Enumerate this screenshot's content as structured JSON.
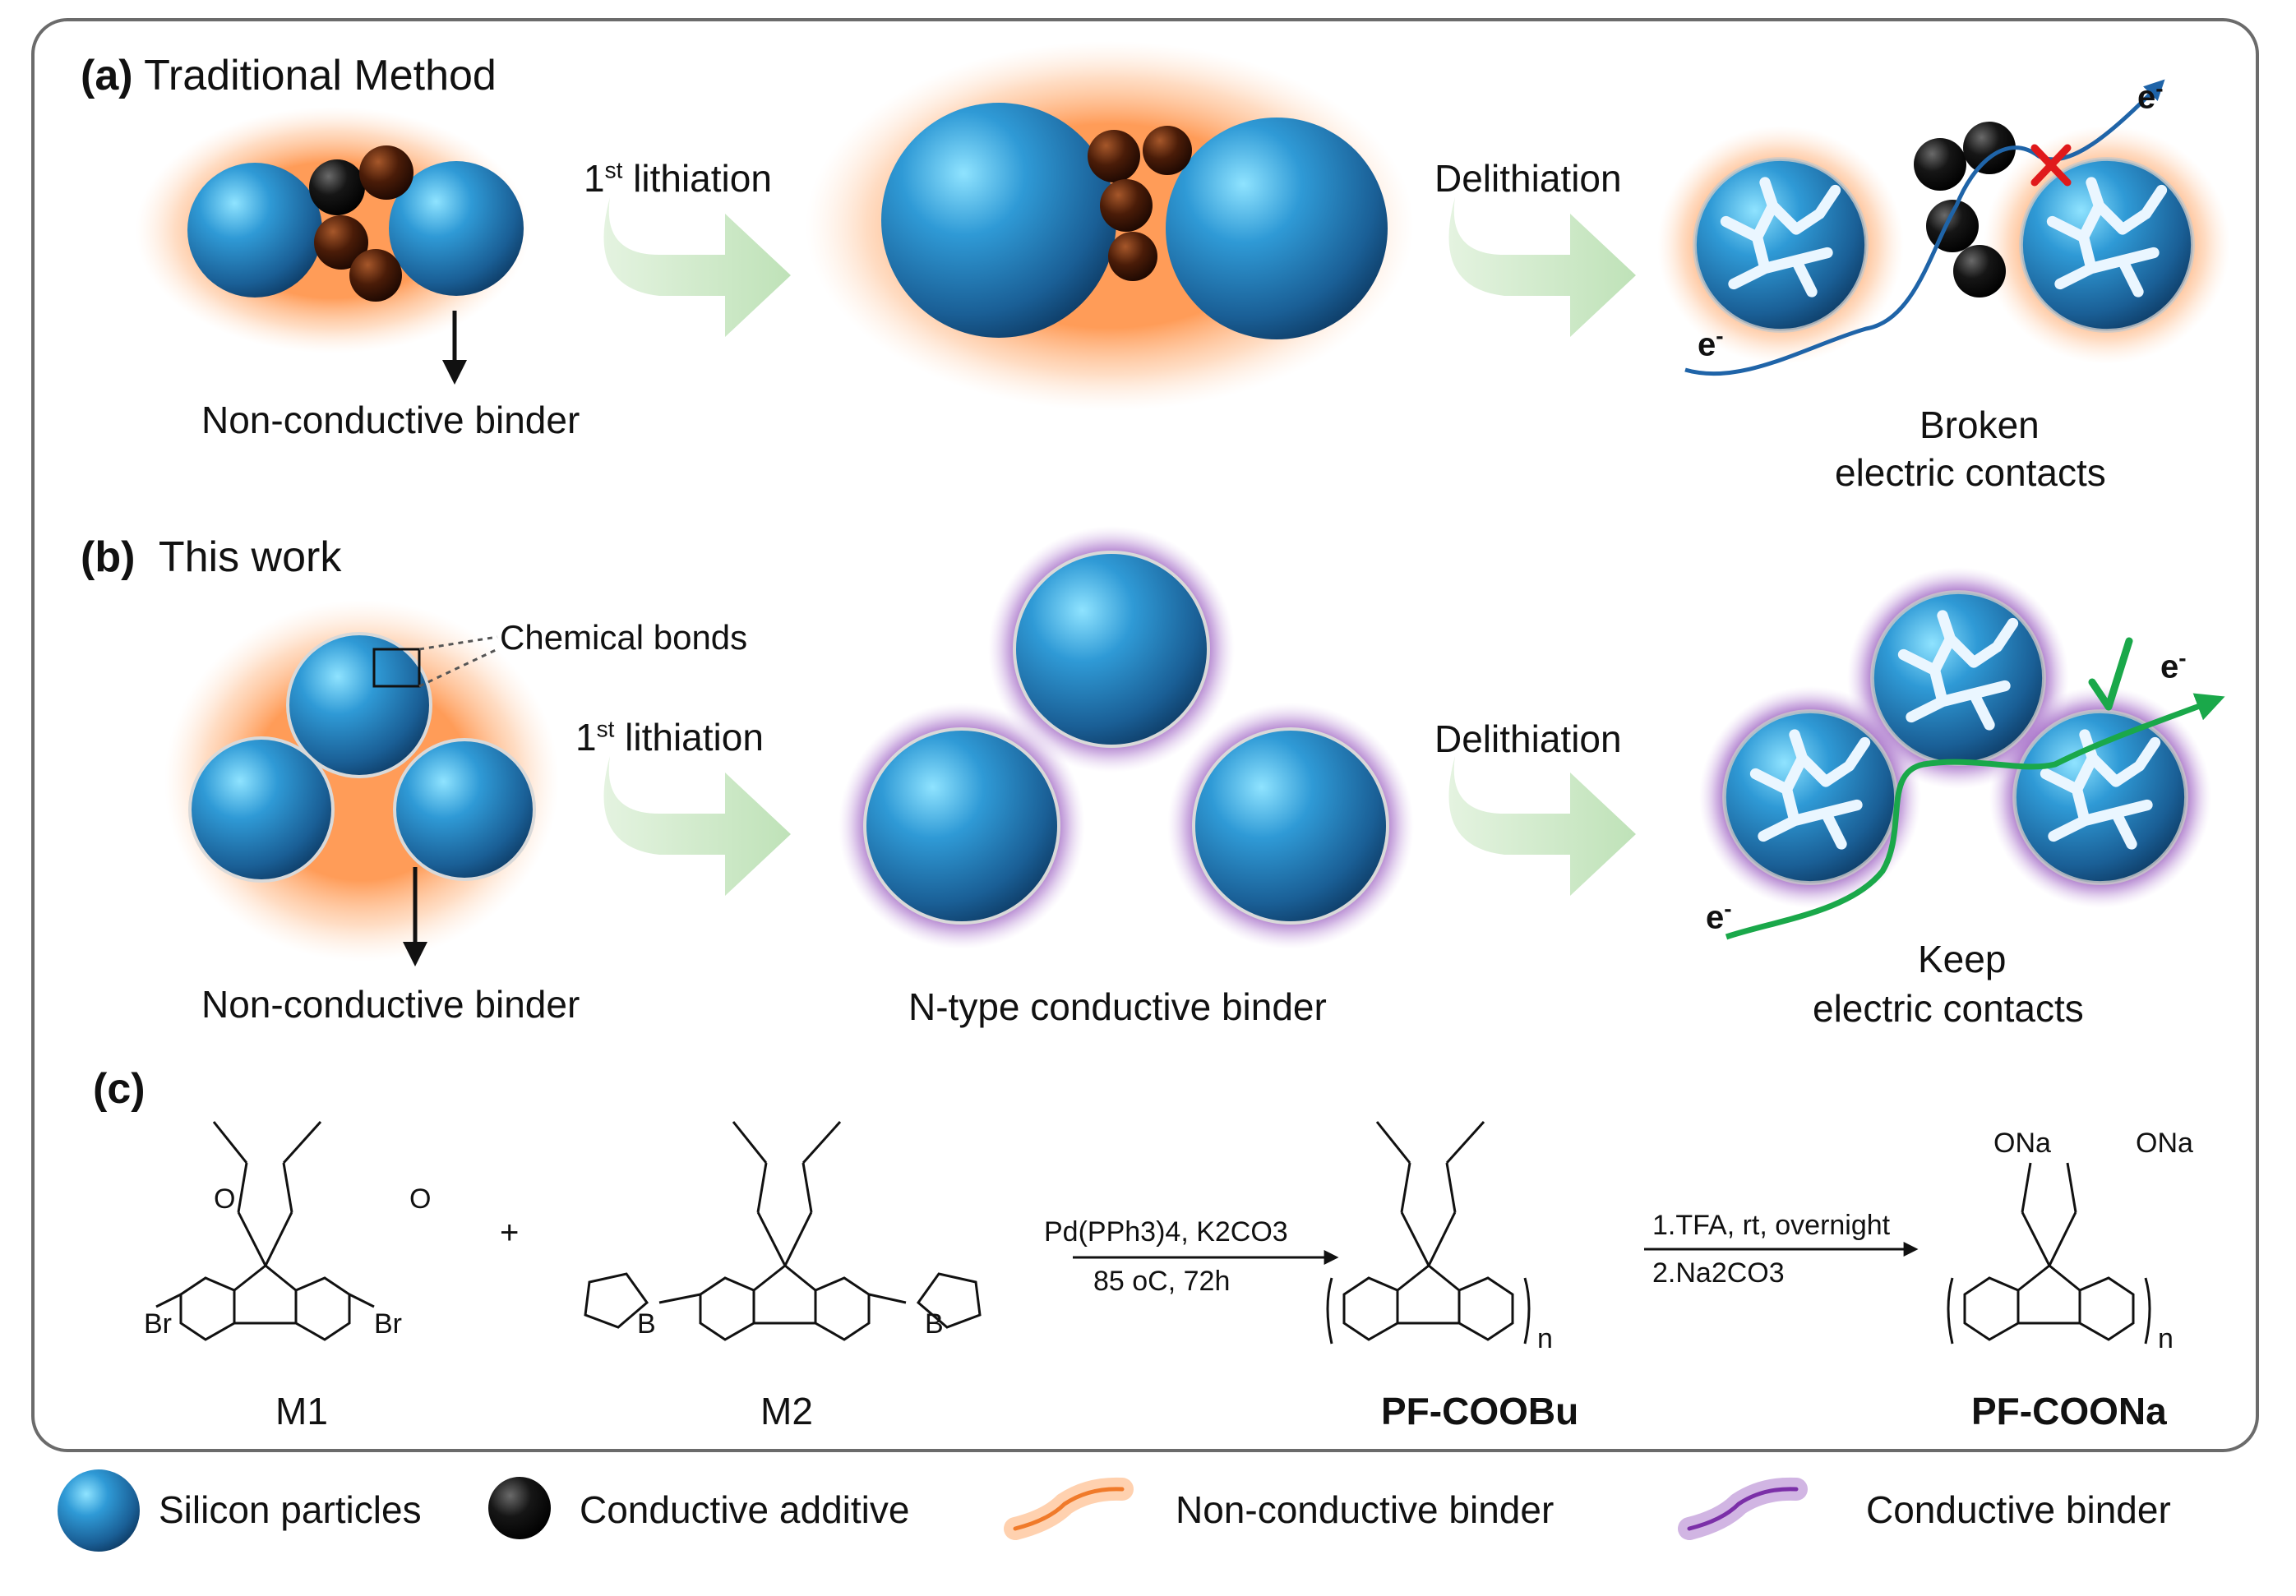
{
  "panel_a": {
    "letter": "(a)",
    "title": "Traditional Method",
    "binder_label": "Non-conductive binder",
    "step1": "1",
    "step1_sup": "st",
    "step1_rest": " lithiation",
    "step2": "Delithiation",
    "result_line1": "Broken",
    "result_line2": "electric contacts",
    "electron": "e",
    "electron_sup": "-"
  },
  "panel_b": {
    "letter": "(b)",
    "title": "This work",
    "bonds_label": "Chemical bonds",
    "binder_label": "Non-conductive binder",
    "step1": "1",
    "step1_sup": "st",
    "step1_rest": " lithiation",
    "step2": "Delithiation",
    "mid_label": "N-type conductive binder",
    "result_line1": "Keep",
    "result_line2": "electric contacts",
    "electron": "e",
    "electron_sup": "-"
  },
  "panel_c": {
    "letter": "(c)",
    "plus": "+",
    "m1": "M1",
    "m2": "M2",
    "br_left": "Br",
    "br_right": "Br",
    "ester_o": "O",
    "ester_o2": "O",
    "boron": "B",
    "reaction1_line1": "Pd(PPh3)4, K2CO3",
    "reaction1_line2": "85 oC, 72h",
    "reaction2_line1": "1.TFA, rt, overnight",
    "reaction2_line2": "2.Na2CO3",
    "product1": "PF-COOBu",
    "product2": "PF-COONa",
    "ona": "ONa",
    "n": "n"
  },
  "legend": {
    "silicon": "Silicon particles",
    "additive": "Conductive additive",
    "nonconductive": "Non-conductive binder",
    "conductive": "Conductive binder"
  },
  "colors": {
    "silicon": "#2a86c4",
    "orange_glow": "#ff9a4d",
    "purple_glow": "#8a3fb3",
    "arrow_green": "#cfe9c9",
    "electron_blue": "#1f64a8",
    "electron_green": "#1aa84a",
    "cross_red": "#e0191b"
  }
}
